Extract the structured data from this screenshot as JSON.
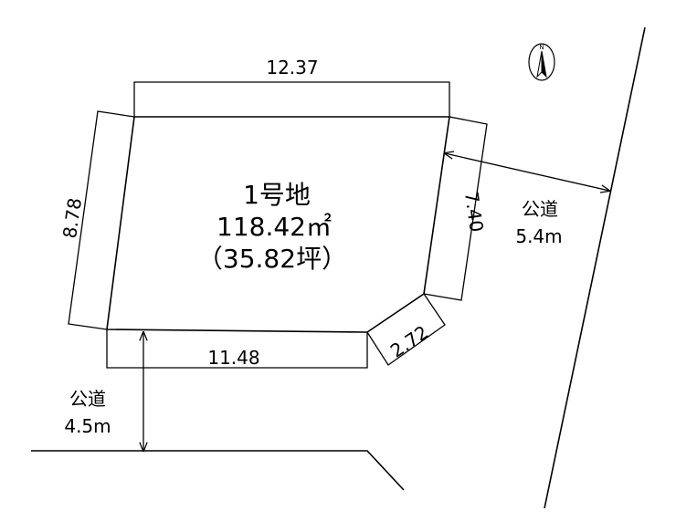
{
  "lot": {
    "name": "1号地",
    "area": "118.42㎡",
    "tsubo": "（35.82坪）"
  },
  "dimensions": {
    "top": "12.37",
    "left": "8.78",
    "right": "7.40",
    "bottom": "11.48",
    "corner": "2.72"
  },
  "roads": {
    "east": {
      "label": "公道",
      "width": "5.4m"
    },
    "south": {
      "label": "公道",
      "width": "4.5m"
    }
  },
  "compass": {
    "north_label": "N"
  }
}
